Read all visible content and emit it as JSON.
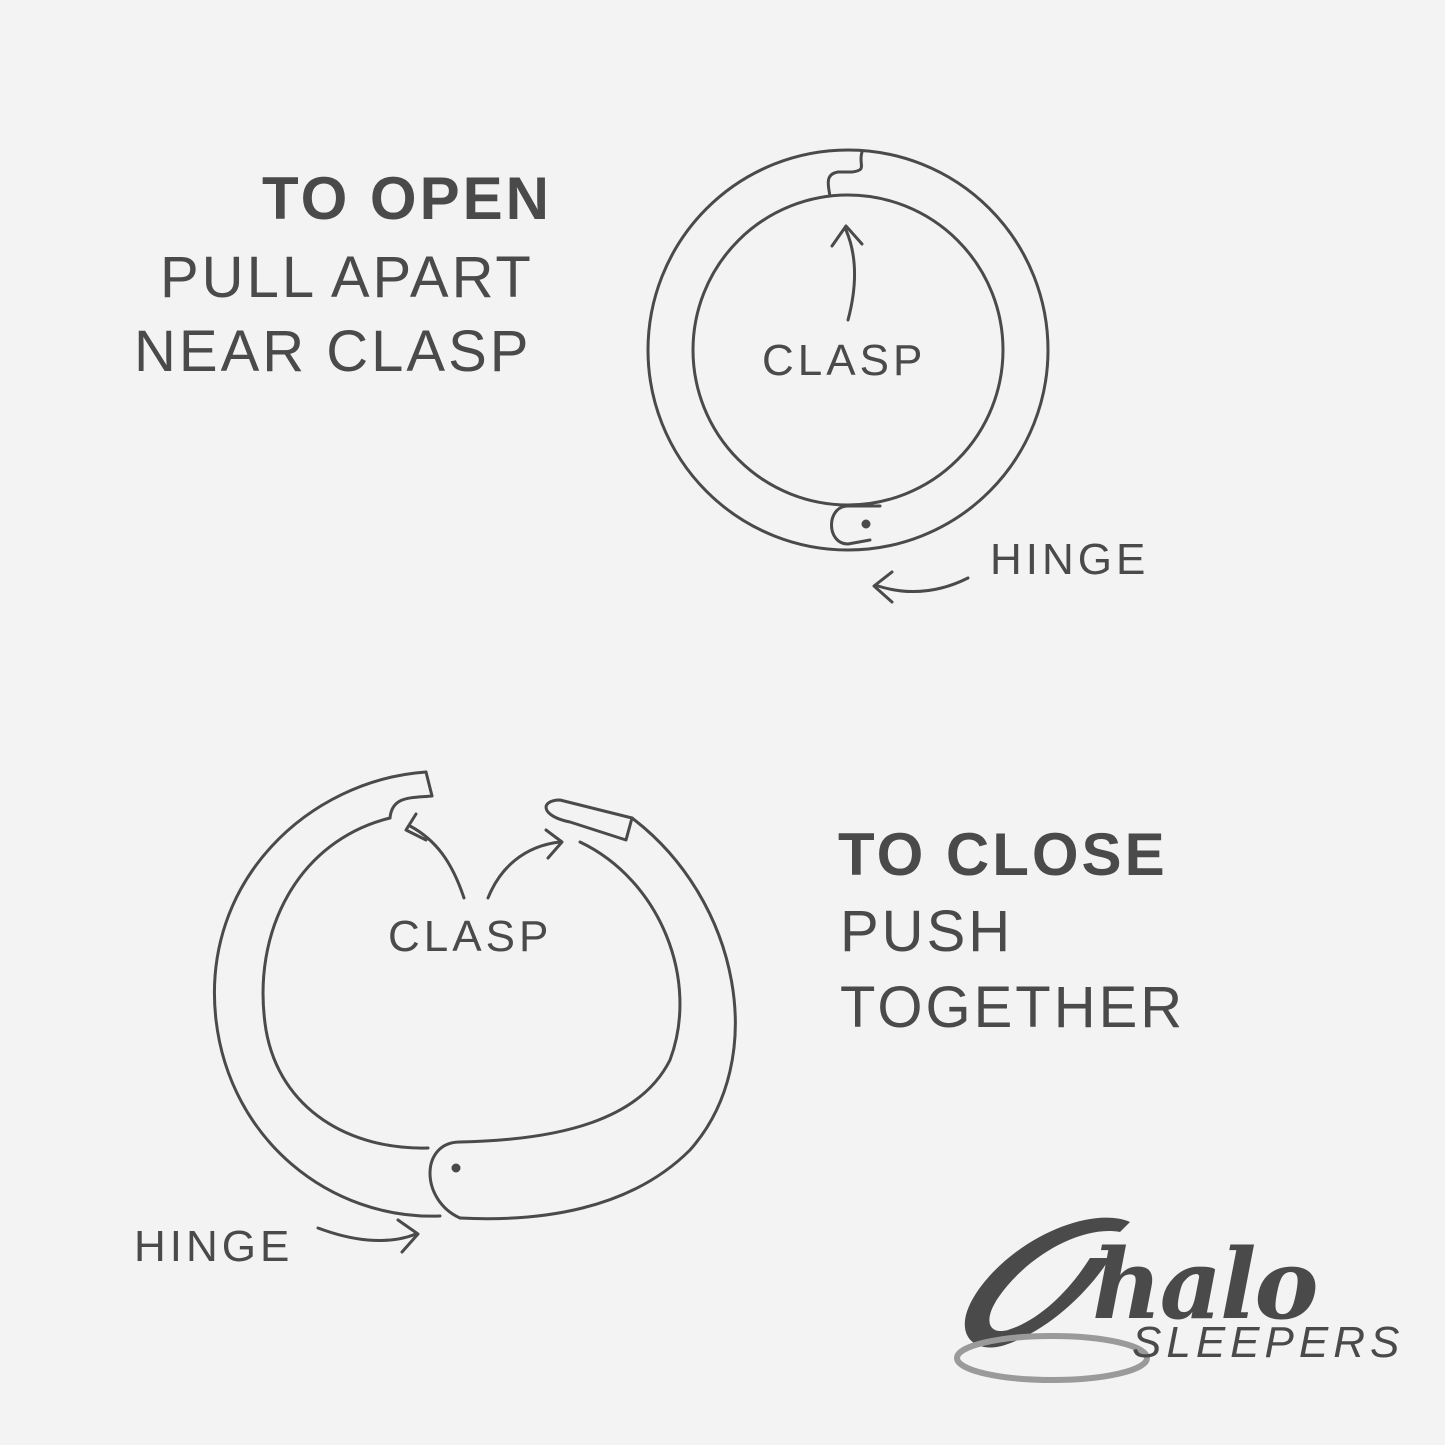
{
  "open": {
    "heading": "TO OPEN",
    "line1": "PULL APART",
    "line2": "NEAR CLASP",
    "clasp_label": "CLASP",
    "hinge_label": "HINGE"
  },
  "close": {
    "heading": "TO CLOSE",
    "line1": "PUSH",
    "line2": "TOGETHER",
    "clasp_label": "CLASP",
    "hinge_label": "HINGE"
  },
  "brand": {
    "name": "halo",
    "sub": "SLEEPERS"
  },
  "colors": {
    "line": "#4a4a4a",
    "background": "#f3f3f3"
  }
}
